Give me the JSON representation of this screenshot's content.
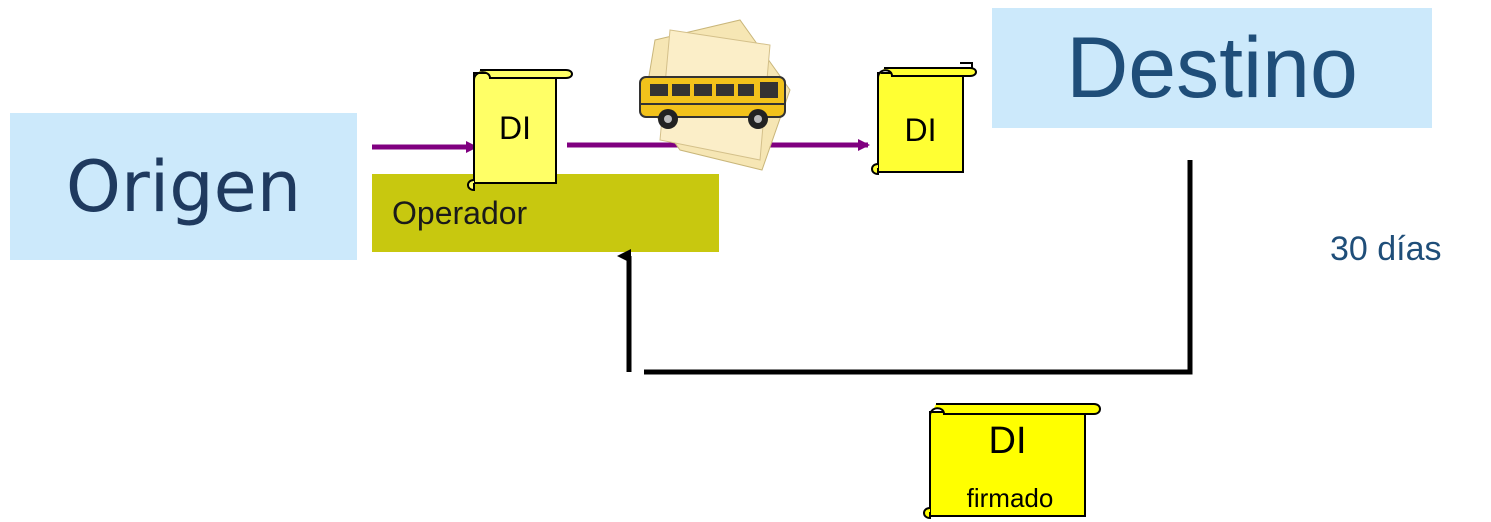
{
  "origin": {
    "label": "Origen"
  },
  "destination": {
    "label": "Destino"
  },
  "operator": {
    "label": "Operador"
  },
  "deadline": {
    "label": "30 días"
  },
  "documents": {
    "doc1": {
      "label": "DI"
    },
    "doc2": {
      "label": "DI"
    },
    "signed": {
      "label": "DI",
      "sublabel": "firmado"
    }
  },
  "icons": {
    "vehicle": "school-bus-icon",
    "document": "scroll-document-icon"
  },
  "colors": {
    "box_fill": "#cce9fb",
    "operator_fill": "#c8c80f",
    "document_fill": "#ffff33",
    "flow_arrow": "#800080",
    "return_arrow": "#000000"
  }
}
